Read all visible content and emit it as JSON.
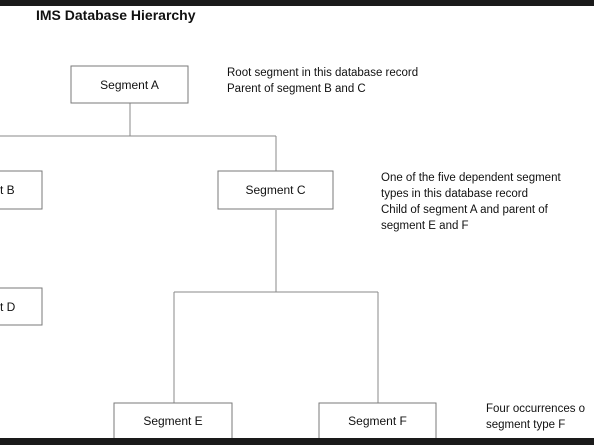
{
  "title": "IMS Database Hierarchy",
  "segments": {
    "a": "Segment A",
    "b": "t B",
    "c": "Segment C",
    "d": "t D",
    "e": "Segment E",
    "f": "Segment F"
  },
  "annotations": {
    "root": [
      "Root segment in this database record",
      "Parent of segment B and C"
    ],
    "dependent": [
      "One of the five dependent segment",
      "types in this database record",
      "Child of segment A and parent of",
      "segment E and F"
    ],
    "occurrences": [
      "Four occurrences o",
      "segment type F"
    ]
  }
}
